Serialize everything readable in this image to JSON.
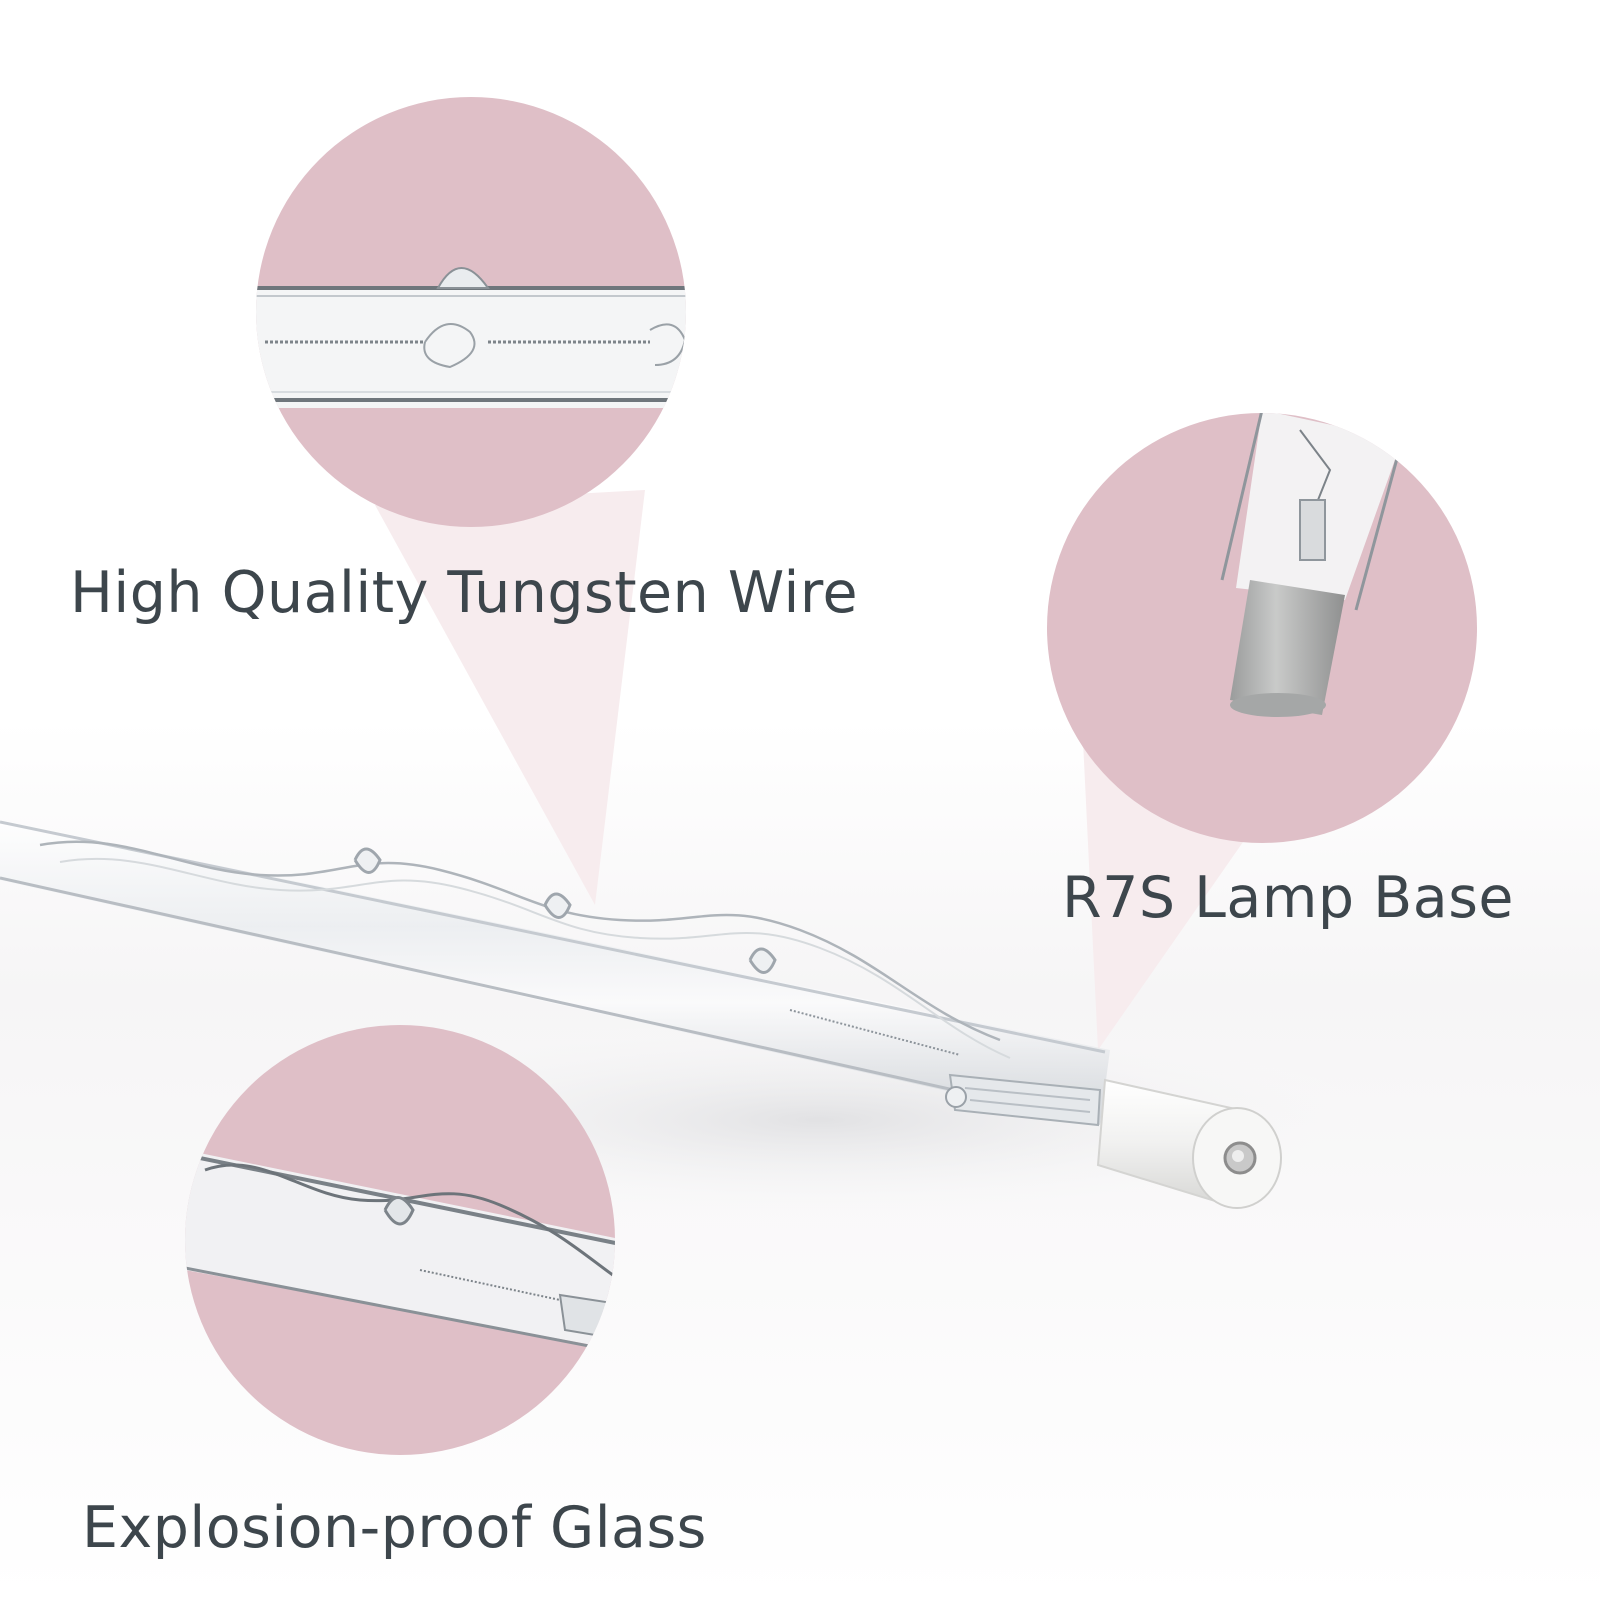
{
  "features": {
    "tungsten_wire": {
      "label": "High Quality Tungsten Wire",
      "icon": "tungsten-filament-closeup"
    },
    "lamp_base": {
      "label": "R7S Lamp Base",
      "icon": "r7s-ceramic-base-closeup"
    },
    "glass": {
      "label": "Explosion-proof Glass",
      "icon": "quartz-glass-tube-closeup"
    }
  },
  "colors": {
    "circle_fill": "#dfbfc7",
    "callout_beam": "#f6e9ec",
    "caption_text": "#3d464c",
    "background": "#ffffff",
    "ceramic_base": "#f3f3f2"
  }
}
